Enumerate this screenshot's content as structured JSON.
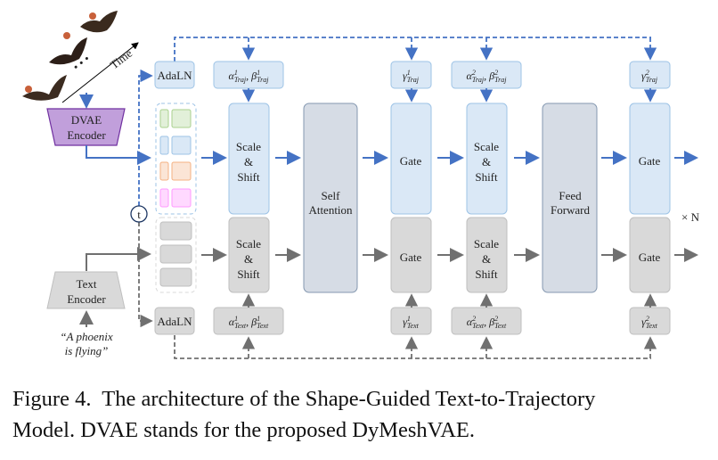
{
  "figure": {
    "time_label": "Time",
    "dots": "• • •",
    "dvae_encoder": [
      "DVAE",
      "Encoder"
    ],
    "text_encoder": [
      "Text",
      "Encoder"
    ],
    "prompt": [
      "“A phoenix",
      "is flying”"
    ],
    "t_node": "t",
    "adaln_top": "AdaLN",
    "adaln_bottom": "AdaLN",
    "scale_shift": [
      "Scale",
      "&",
      "Shift"
    ],
    "gate": "Gate",
    "self_attention": [
      "Self",
      "Attention"
    ],
    "feed_forward": [
      "Feed",
      "Forward"
    ],
    "repeat": "× N",
    "params": {
      "traj_ab1": {
        "a": "α",
        "b": "β",
        "sup": "1",
        "sub": "Traj"
      },
      "traj_g1": {
        "g": "γ",
        "sup": "1",
        "sub": "Traj"
      },
      "traj_ab2": {
        "a": "α",
        "b": "β",
        "sup": "2",
        "sub": "Traj"
      },
      "traj_g2": {
        "g": "γ",
        "sup": "2",
        "sub": "Traj"
      },
      "text_ab1": {
        "a": "α",
        "b": "β",
        "sup": "1",
        "sub": "Text"
      },
      "text_g1": {
        "g": "γ",
        "sup": "1",
        "sub": "Text"
      },
      "text_ab2": {
        "a": "α",
        "b": "β",
        "sup": "2",
        "sub": "Text"
      },
      "text_g2": {
        "g": "γ",
        "sup": "2",
        "sub": "Text"
      }
    },
    "colors": {
      "traj": "#4472c4",
      "traj_fill": "#dae8f6",
      "traj_stroke": "#9dc3e6",
      "text": "#707070",
      "text_fill": "#d9d9d9",
      "block_fill": "#d6dce5",
      "encoder_fill": "#c19fdb"
    }
  },
  "caption": {
    "line1": "Figure 4.  The architecture of the Shape-Guided Text-to-Trajectory",
    "line2": "Model. DVAE stands for the proposed DyMeshVAE."
  }
}
